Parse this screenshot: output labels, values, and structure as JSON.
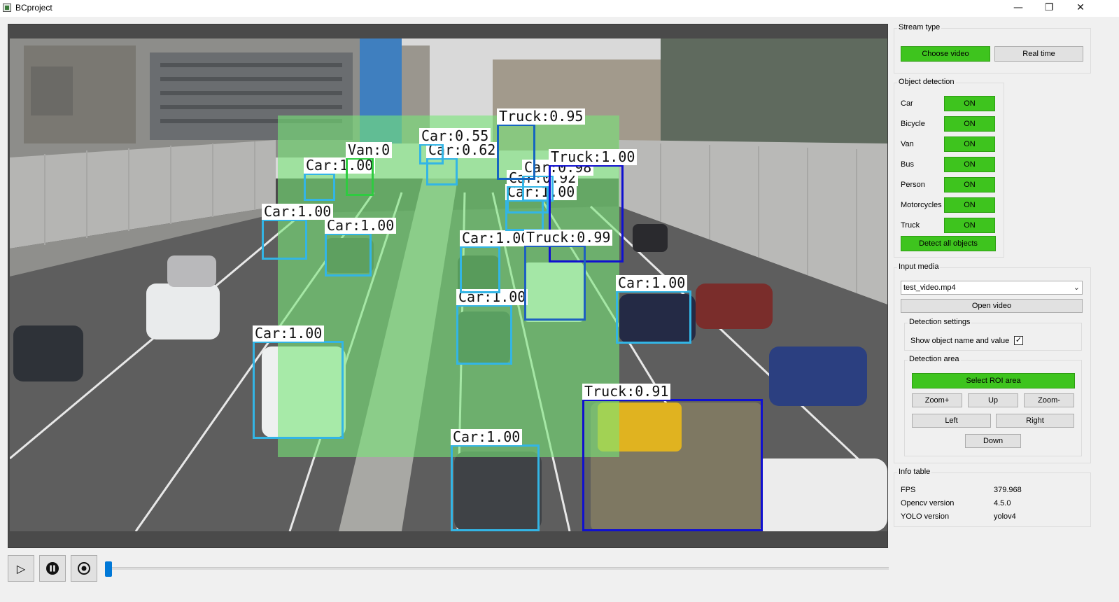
{
  "window": {
    "title": "BCproject",
    "minimize_glyph": "—",
    "maximize_glyph": "❐",
    "close_glyph": "✕"
  },
  "video": {
    "detections": [
      {
        "label": "Car:1.00"
      },
      {
        "label": "Car:1.00"
      },
      {
        "label": "Car:1.00"
      },
      {
        "label": "Car:1.00"
      },
      {
        "label": "Car:1.00"
      },
      {
        "label": "Car:1.00"
      },
      {
        "label": "Car:1.00"
      },
      {
        "label": "Car:1.00"
      },
      {
        "label": "Car:1.00"
      },
      {
        "label": "Car:0.92"
      },
      {
        "label": "Car:0.98"
      },
      {
        "label": "Car:0.62"
      },
      {
        "label": "Car:0.55"
      },
      {
        "label": "Van:0"
      },
      {
        "label": "Truck:0.95"
      },
      {
        "label": "Truck:1.00"
      },
      {
        "label": "Truck:0.99"
      },
      {
        "label": "Truck:0.91"
      }
    ]
  },
  "player": {
    "play_glyph": "▷",
    "progress_percent": 0.4
  },
  "stream_type": {
    "title": "Stream type",
    "choose_video": "Choose video",
    "real_time": "Real time"
  },
  "object_detection": {
    "title": "Object detection",
    "items": [
      {
        "name": "Car",
        "state": "ON"
      },
      {
        "name": "Bicycle",
        "state": "ON"
      },
      {
        "name": "Van",
        "state": "ON"
      },
      {
        "name": "Bus",
        "state": "ON"
      },
      {
        "name": "Person",
        "state": "ON"
      },
      {
        "name": "Motorcycles",
        "state": "ON"
      },
      {
        "name": "Truck",
        "state": "ON"
      }
    ],
    "detect_all": "Detect all objects"
  },
  "input_media": {
    "title": "Input media",
    "selected_file": "test_video.mp4",
    "open_video": "Open video",
    "detection_settings": {
      "title": "Detection settings",
      "show_name_label": "Show object name and value",
      "show_name_checked": "✓"
    },
    "detection_area": {
      "title": "Detection area",
      "select_roi": "Select ROI area",
      "zoom_in": "Zoom+",
      "up": "Up",
      "zoom_out": "Zoom-",
      "left": "Left",
      "right": "Right",
      "down": "Down"
    }
  },
  "info_table": {
    "title": "Info table",
    "rows": [
      {
        "key": "FPS",
        "value": "379.968"
      },
      {
        "key": "Opencv version",
        "value": "4.5.0"
      },
      {
        "key": "YOLO version",
        "value": "yolov4"
      }
    ]
  },
  "colors": {
    "accent_green": "#3ec41e",
    "roi_fill": "#78e678",
    "car_box": "#33b5e5",
    "truck_box": "#1010d0",
    "slider": "#0078d7"
  }
}
